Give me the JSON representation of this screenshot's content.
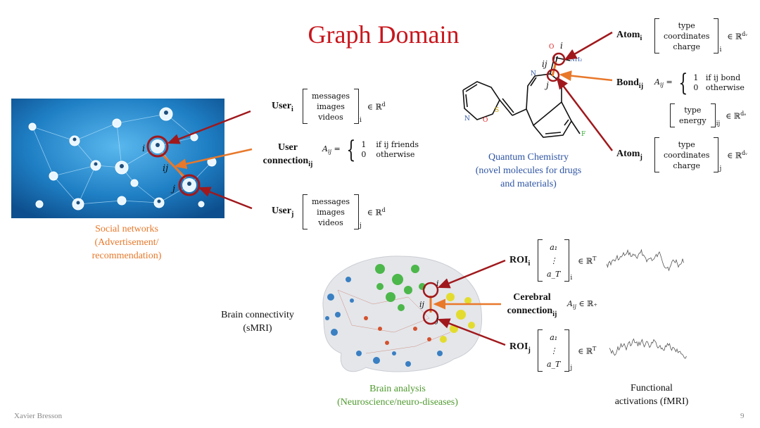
{
  "slide": {
    "title": "Graph Domain",
    "author": "Xavier Bresson",
    "page_number": "9"
  },
  "social": {
    "caption_line1": "Social networks",
    "caption_line2": "(Advertisement/",
    "caption_line3": "recommendation)",
    "node_i": "i",
    "node_j": "j",
    "edge_ij": "ij",
    "user_i_label": "User",
    "user_i_sub": "i",
    "user_i_items": [
      "messages",
      "images",
      "videos"
    ],
    "user_i_sub_idx": "i",
    "user_i_set": "∈ ℝ",
    "user_i_set_sup": "d",
    "conn_label_line1": "User",
    "conn_label_line2": "connection",
    "conn_label_sub": "ij",
    "conn_lhs": "A",
    "conn_lhs_sub": "ij",
    "conn_case1_val": "1",
    "conn_case1_cond": "if ij friends",
    "conn_case2_val": "0",
    "conn_case2_cond": "otherwise",
    "user_j_label": "User",
    "user_j_sub": "j",
    "user_j_items": [
      "messages",
      "images",
      "videos"
    ],
    "user_j_sub_idx": "j",
    "user_j_set": "∈ ℝ",
    "user_j_set_sup": "d"
  },
  "chem": {
    "caption_line1": "Quantum Chemistry",
    "caption_line2": "(novel molecules for drugs",
    "caption_line3": "and materials)",
    "node_i": "i",
    "node_j": "j",
    "edge_ij": "ij",
    "atom_O": "O",
    "atom_NH2": "NH₂",
    "atom_N1": "N",
    "atom_S": "S",
    "atom_N2": "N",
    "atom_O2": "O",
    "atom_F": "F",
    "atom_i_label": "Atom",
    "atom_i_sub": "i",
    "atom_i_items": [
      "type",
      "coordinates",
      "charge"
    ],
    "atom_i_sub_idx": "i",
    "atom_i_set": "∈ ℝ",
    "atom_i_set_sup": "dᵥ",
    "bond_label": "Bond",
    "bond_sub": "ij",
    "bond_lhs": "A",
    "bond_lhs_sub": "ij",
    "bond_case1_val": "1",
    "bond_case1_cond": "if ij bond",
    "bond_case2_val": "0",
    "bond_case2_cond": "otherwise",
    "bond_feat_items": [
      "type",
      "energy"
    ],
    "bond_feat_sub_idx": "ij",
    "bond_feat_set": "∈ ℝ",
    "bond_feat_set_sup": "dₑ",
    "atom_j_label": "Atom",
    "atom_j_sub": "j",
    "atom_j_items": [
      "type",
      "coordinates",
      "charge"
    ],
    "atom_j_sub_idx": "j",
    "atom_j_set": "∈ ℝ",
    "atom_j_set_sup": "dᵥ"
  },
  "brain": {
    "left_line1": "Brain connectivity",
    "left_line2": "(sMRI)",
    "caption_line1": "Brain analysis",
    "caption_line2": "(Neuroscience/neuro-diseases)",
    "node_i": "i",
    "node_j": "j",
    "edge_ij": "ij",
    "roi_i_label": "ROI",
    "roi_i_sub": "i",
    "roi_i_items": [
      "a₁",
      "⋮",
      "a_T"
    ],
    "roi_i_sub_idx": "i",
    "roi_i_set": "∈ ℝ",
    "roi_i_set_sup": "T",
    "cerebral_line1": "Cerebral",
    "cerebral_line2": "connection",
    "cerebral_sub": "ij",
    "cerebral_expr": "A",
    "cerebral_expr_sub": "ij",
    "cerebral_expr_rest": " ∈ ℝ₊",
    "roi_j_label": "ROI",
    "roi_j_sub": "j",
    "roi_j_items": [
      "a₁",
      "⋮",
      "a_T"
    ],
    "roi_j_sub_idx": "j",
    "roi_j_set": "∈ ℝ",
    "roi_j_set_sup": "T",
    "fmri_line1": "Functional",
    "fmri_line2": "activations (fMRI)"
  },
  "colors": {
    "title_red": "#c8161d",
    "arrow_red": "#a0181c",
    "arrow_orange": "#e8782a",
    "social_bg": "#1f7fc4",
    "chem_blue": "#2f55a4",
    "brain_green": "#4f9a2f"
  }
}
